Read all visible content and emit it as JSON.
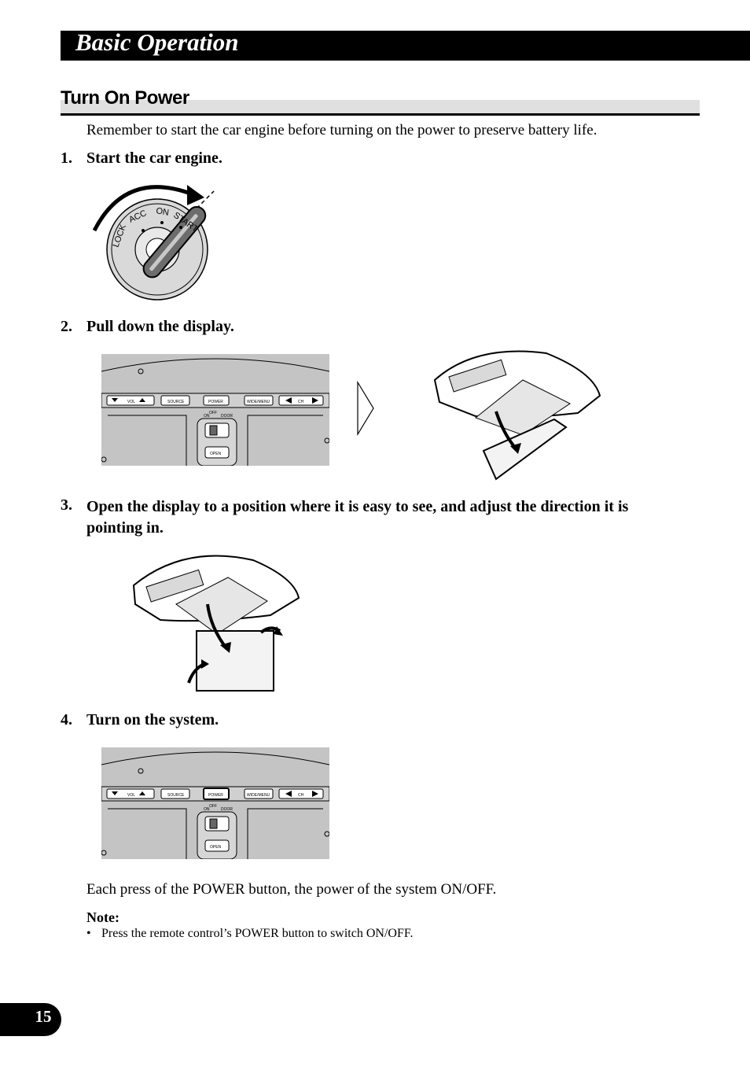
{
  "chapter": {
    "title": "Basic Operation"
  },
  "section": {
    "title": "Turn On Power"
  },
  "intro": "Remember to start the car engine before turning on the power to preserve battery life.",
  "steps": [
    {
      "num": "1.",
      "text": "Start the car engine."
    },
    {
      "num": "2.",
      "text": "Pull down the display."
    },
    {
      "num": "3.",
      "text": "Open the display to a position where it is easy to see, and adjust the direction it is pointing in."
    },
    {
      "num": "4.",
      "text": "Turn on the system."
    }
  ],
  "ignition": {
    "lock": "LOCK",
    "acc": "ACC",
    "on": "ON",
    "start": "START"
  },
  "panel": {
    "buttons": [
      "VOL",
      "SOURCE",
      "POWER",
      "WIDE/MENU",
      "CH"
    ],
    "switch_off": "OFF",
    "switch_on": "ON",
    "switch_door": "DOOR",
    "open": "OPEN"
  },
  "after_text": "Each press of the POWER button, the power of the system ON/OFF.",
  "note": {
    "title": "Note:",
    "bullet": "•",
    "item": "Press the remote control’s POWER button to switch ON/OFF."
  },
  "page_number": "15"
}
